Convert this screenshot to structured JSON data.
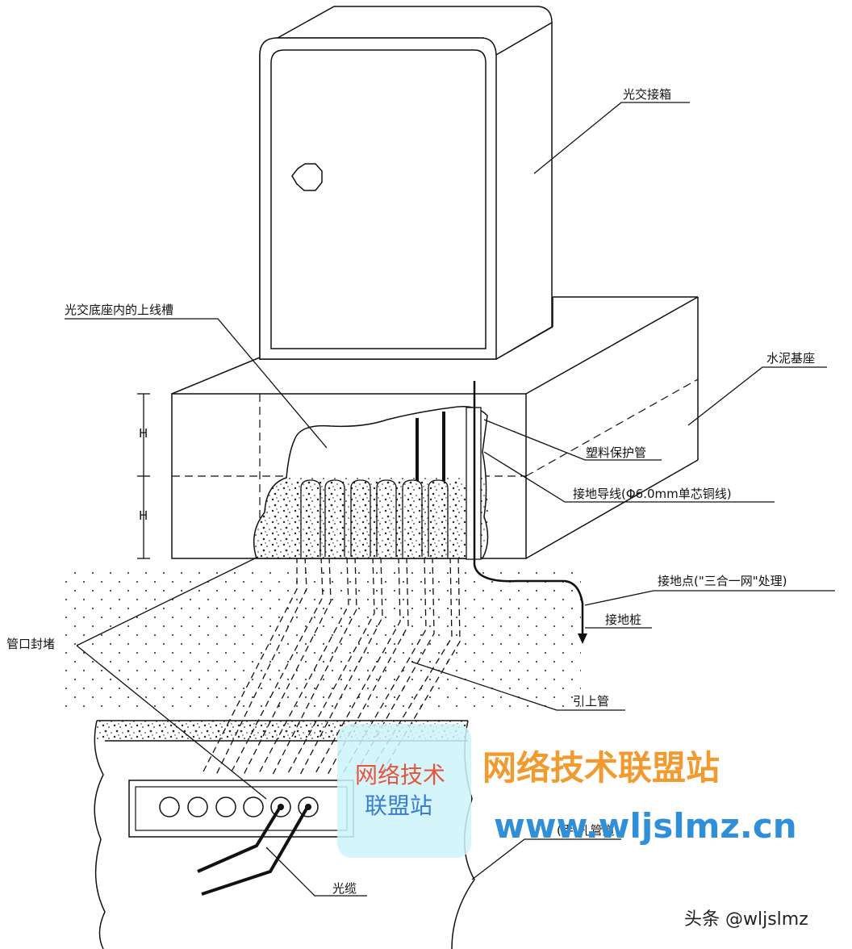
{
  "labels": {
    "cabinet": "光交接箱",
    "trough": "光交底座内的上线槽",
    "base": "水泥基座",
    "protect_pipe": "塑料保护管",
    "ground_wire": "接地导线(Φ6.0mm单芯铜线)",
    "ground_point": "接地点(\"三合一网\"处理)",
    "ground_rod": "接地桩",
    "seal": "管口封堵",
    "riser": "引上管",
    "conduit": "(手)孔管道",
    "fiber": "光缆",
    "dim_upper": "H",
    "dim_lower": "H"
  },
  "watermark": {
    "logo_line1": "网络技术",
    "logo_line2": "联盟站",
    "brand_cn": "网络技术联盟站",
    "brand_url": "www.wljslmz.cn",
    "credit": "头条 @wljslmz",
    "colors": {
      "orange": "#f29a2e",
      "blue": "#2f8fd8",
      "logo_bg": "#cdf3f8"
    }
  }
}
